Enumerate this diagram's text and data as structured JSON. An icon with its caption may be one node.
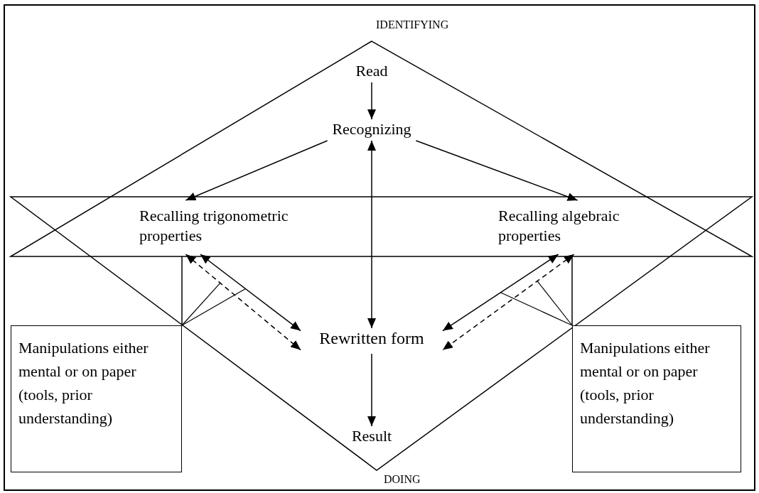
{
  "diagram": {
    "nodes": [
      {
        "text": [
          "Read"
        ]
      },
      {
        "text": [
          "Recognizing"
        ]
      },
      {
        "text": [
          "Recalling trigonometric properties"
        ]
      },
      {
        "text": [
          "Recalling algebraic properties"
        ]
      },
      {
        "text": [
          "Rewritten form"
        ]
      },
      {
        "text": [
          "Result"
        ]
      },
      {
        "text": [
          "Manipulations either mental or on paper (tools, prior understanding)"
        ]
      },
      {
        "text": [
          "Manipulations either mental or on paper (tools, prior understanding)"
        ]
      }
    ],
    "edges": [
      {
        "from": 0,
        "to": 1,
        "arrow": "to"
      },
      {
        "from": 1,
        "to": 4,
        "arrow": "both"
      },
      {
        "from": 1,
        "to": 2,
        "arrow": "to"
      },
      {
        "from": 1,
        "to": 3,
        "arrow": "to"
      },
      {
        "from": 2,
        "to": 4,
        "arrow": "both"
      },
      {
        "from": 2,
        "to": 4,
        "arrow": "both",
        "style": "dashed"
      },
      {
        "from": 3,
        "to": 4,
        "arrow": "both"
      },
      {
        "from": 3,
        "to": 4,
        "arrow": "both",
        "style": "dashed"
      },
      {
        "from": 4,
        "to": 5,
        "arrow": "to"
      }
    ],
    "labels": [
      "IDENTIFYING",
      "DOING"
    ]
  }
}
